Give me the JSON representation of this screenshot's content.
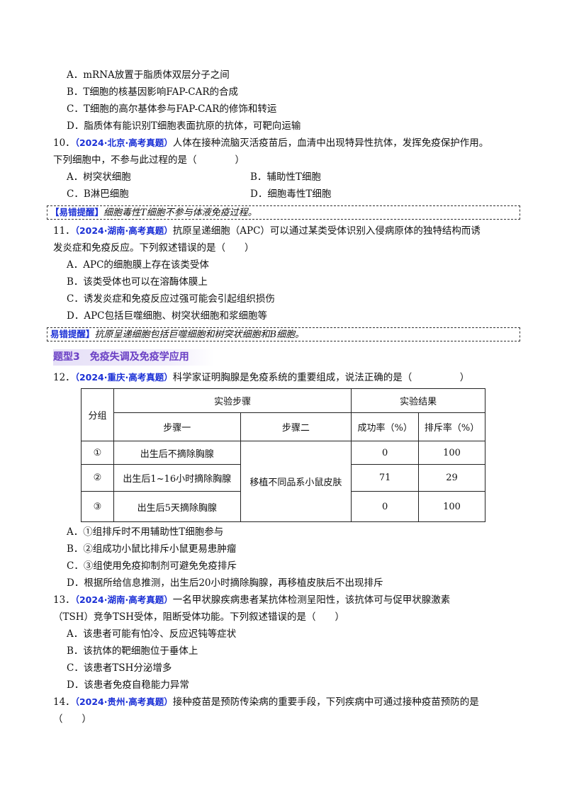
{
  "q9": {
    "options": [
      "A．mRNA放置于脂质体双层分子之间",
      "B．T细胞的核基因影响FAP-CAR的合成",
      "C．T细胞的高尔基体参与FAP-CAR的修饰和转运",
      "D．脂质体有能识别T细胞表面抗原的抗体，可靶向运输"
    ]
  },
  "q10": {
    "number": "10．",
    "source": "（2024·北京·高考真题）",
    "stem_line1": "人体在接种流脑灭活疫苗后，血清中出现特异性抗体，发挥免疫保护作用。",
    "stem_line2": "下列细胞中，不参与此过程的是（　　　　）",
    "options": [
      "A．树突状细胞",
      "B．辅助性T细胞",
      "C．B淋巴细胞",
      "D．细胞毒性T细胞"
    ],
    "tip_tag": "【易错提醒】",
    "tip_text": "细胞毒性T细胞不参与体液免疫过程。"
  },
  "q11": {
    "number": "11．",
    "source": "（2024·湖南·高考真题）",
    "stem_line1": "抗原呈递细胞（APC）可以通过某类受体识别入侵病原体的独特结构而诱",
    "stem_line2": "发炎症和免疫反应。下列叙述错误的是（　　）",
    "options": [
      "A．APC的细胞膜上存在该类受体",
      "B．该类受体也可以在溶酶体膜上",
      "C．诱发炎症和免疫反应过强可能会引起组织损伤",
      "D．APC包括巨噬细胞、树突状细胞和浆细胞等"
    ],
    "tip_tag": "易错提醒】",
    "tip_text": "抗原呈递细胞包括巨噬细胞和树突状细胞和B细胞。"
  },
  "section": {
    "title": "题型3　免疫失调及免疫学应用"
  },
  "q12": {
    "number": "12．",
    "source": "（2024·重庆·高考真题）",
    "stem": "科学家证明胸腺是免疫系统的重要组成，说法正确的是（　　　　　）",
    "table": {
      "group_header": "分组",
      "steps_header": "实验步骤",
      "results_header": "实验结果",
      "step1_header": "步骤一",
      "step2_header": "步骤二",
      "success_header": "成功率（%）",
      "reject_header": "排斥率（%）",
      "step2_value": "移植不同品系小鼠皮肤",
      "rows": [
        {
          "group": "①",
          "step1": "出生后不摘除胸腺",
          "success": "0",
          "reject": "100"
        },
        {
          "group": "②",
          "step1": "出生后1~16小时摘除胸腺",
          "success": "71",
          "reject": "29"
        },
        {
          "group": "③",
          "step1": "出生后5天摘除胸腺",
          "success": "0",
          "reject": "100"
        }
      ]
    },
    "options": [
      "A．①组排斥时不用辅助性T细胞参与",
      "B．②组成功小鼠比排斥小鼠更易患肿瘤",
      "C．③组使用免疫抑制剂可避免免疫排斥",
      "D．根据所给信息推测，出生后20小时摘除胸腺，再移植皮肤后不出现排斥"
    ]
  },
  "q13": {
    "number": "13．",
    "source": "（2024·湖南·高考真题）",
    "stem_line1": "一名甲状腺疾病患者某抗体检测呈阳性，该抗体可与促甲状腺激素",
    "stem_line2": "（TSH）竞争TSH受体，阻断受体功能。下列叙述错误的是（　　）",
    "options": [
      "A．该患者可能有怕冷、反应迟钝等症状",
      "B．该抗体的靶细胞位于垂体上",
      "C．该患者TSH分泌增多",
      "D．该患者免疫自稳能力异常"
    ]
  },
  "q14": {
    "number": "14．",
    "source": "（2024·贵州·高考真题）",
    "stem_line1": "接种疫苗是预防传染病的重要手段，下列疾病中可通过接种疫苗预防的是",
    "stem_line2": "（　　）"
  }
}
